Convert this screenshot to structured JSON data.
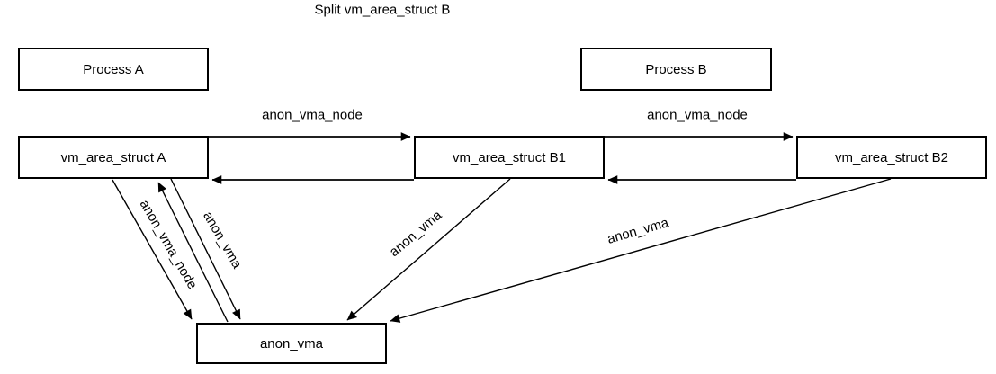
{
  "title": "Split vm_area_struct B",
  "colors": {
    "stroke": "#000000",
    "text": "#000000",
    "background": "#ffffff"
  },
  "boxes": {
    "process_a": {
      "label": "Process A"
    },
    "process_b": {
      "label": "Process B"
    },
    "vma_a": {
      "label": "vm_area_struct A"
    },
    "vma_b1": {
      "label": "vm_area_struct B1"
    },
    "vma_b2": {
      "label": "vm_area_struct B2"
    },
    "anon_vma": {
      "label": "anon_vma"
    }
  },
  "edge_labels": {
    "avn_top_left": "anon_vma_node",
    "avn_top_right": "anon_vma_node",
    "avn_diag_a": "anon_vma_node",
    "av_diag_a": "anon_vma",
    "av_diag_b1": "anon_vma",
    "av_diag_b2": "anon_vma"
  },
  "edges": [
    {
      "name": "vma-a-to-vma-b1-anon-vma-node",
      "direction": "right"
    },
    {
      "name": "vma-b1-to-vma-a-return",
      "direction": "left"
    },
    {
      "name": "vma-b1-to-vma-b2-anon-vma-node",
      "direction": "right"
    },
    {
      "name": "vma-b2-to-vma-b1-return",
      "direction": "left"
    },
    {
      "name": "vma-a-to-anon-vma-anon-vma-node",
      "direction": "down"
    },
    {
      "name": "anon-vma-to-vma-a-anon-vma",
      "direction": "up"
    },
    {
      "name": "vma-a-to-anon-vma-anon-vma",
      "direction": "down"
    },
    {
      "name": "vma-b1-to-anon-vma-anon-vma",
      "direction": "down"
    },
    {
      "name": "vma-b2-to-anon-vma-anon-vma",
      "direction": "down"
    }
  ]
}
